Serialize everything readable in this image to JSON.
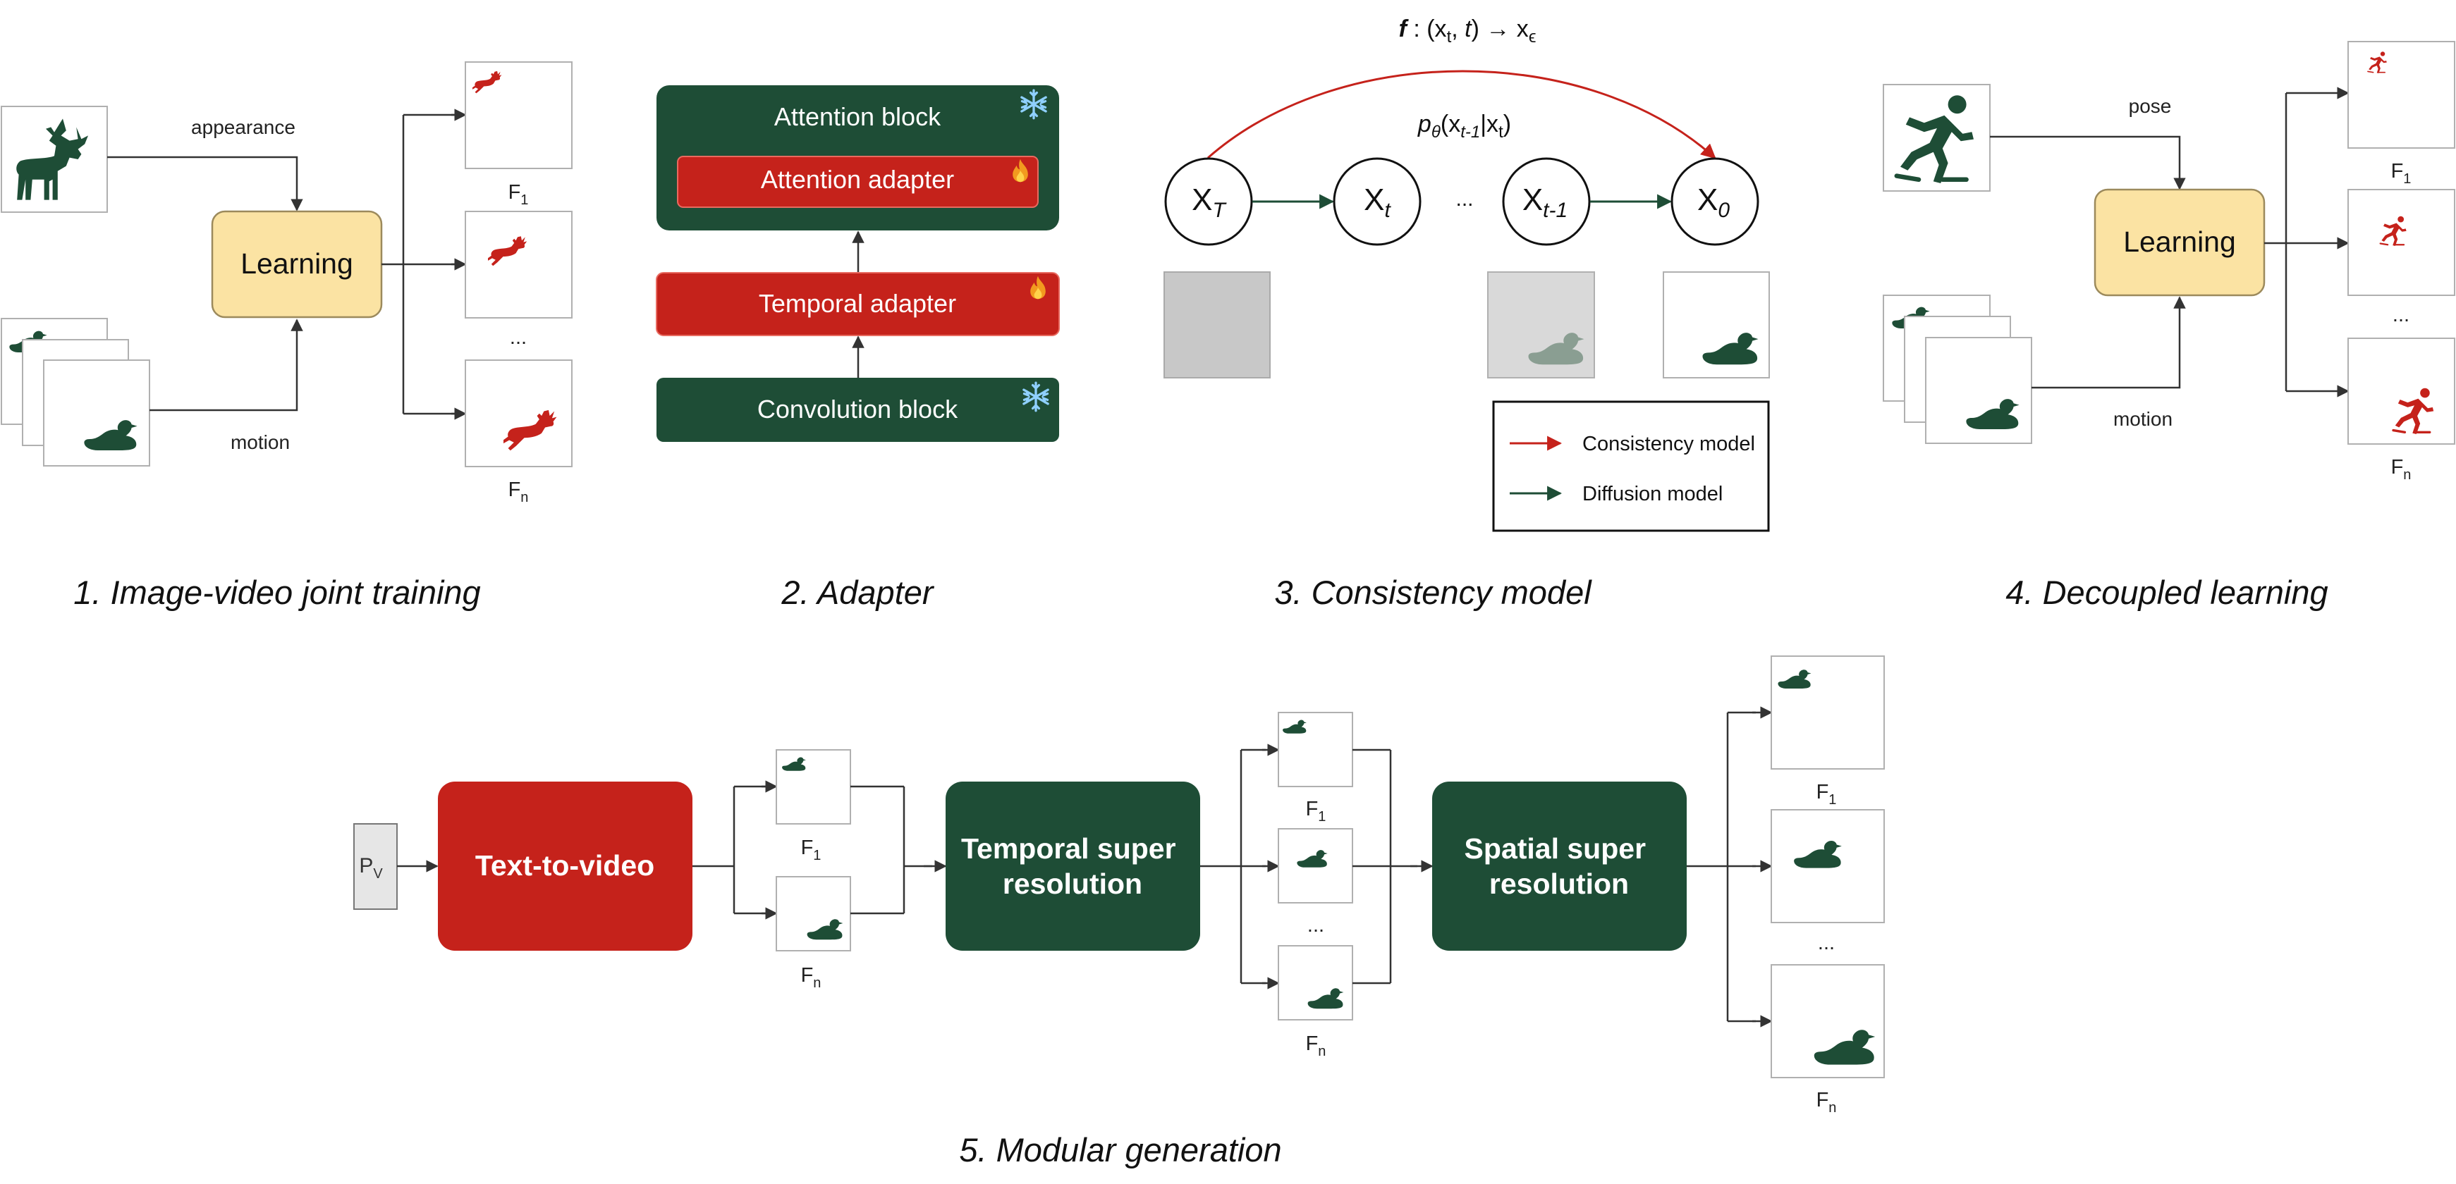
{
  "colors": {
    "dark_green": "#1e4d36",
    "red": "#c5221b",
    "learning_fill": "#fbe3a3",
    "gray_frame": "#c8c8c8",
    "light_frame": "#d9d9d9",
    "arrow": "#333333",
    "snow": "#8fd0ff"
  },
  "panel1": {
    "caption": "1. Image-video joint training",
    "appearance_label": "appearance",
    "motion_label": "motion",
    "learning_label": "Learning",
    "frame_first": "F",
    "frame_first_sub": "1",
    "frame_last": "F",
    "frame_last_sub": "n",
    "ellipsis": "..."
  },
  "panel2": {
    "caption": "2. Adapter",
    "attention_block": "Attention block",
    "attention_adapter": "Attention adapter",
    "temporal_adapter": "Temporal adapter",
    "convolution_block": "Convolution block"
  },
  "panel3": {
    "caption": "3. Consistency model",
    "formula_f": "f",
    "formula_rest": " : (x",
    "formula_t": "t",
    "formula_mid": ", ",
    "formula_t2": "t",
    "formula_arrow": ") → x",
    "formula_eps": "ϵ",
    "p_label": "p",
    "p_theta": "θ",
    "p_open": "(x",
    "p_sub1": "t-1",
    "p_bar": "|x",
    "p_sub2": "t",
    "p_close": ")",
    "nodes": [
      {
        "main": "X",
        "sub": "T"
      },
      {
        "main": "X",
        "sub": "t"
      },
      {
        "main": "X",
        "sub": "t-1"
      },
      {
        "main": "X",
        "sub": "0"
      }
    ],
    "ellipsis": "...",
    "legend": {
      "consistency": "Consistency model",
      "diffusion": "Diffusion model"
    }
  },
  "panel4": {
    "caption": "4. Decoupled learning",
    "pose_label": "pose",
    "motion_label": "motion",
    "learning_label": "Learning",
    "frame_first": "F",
    "frame_first_sub": "1",
    "frame_last": "F",
    "frame_last_sub": "n",
    "ellipsis": "..."
  },
  "panel5": {
    "caption": "5. Modular generation",
    "pv_main": "P",
    "pv_sub": "V",
    "t2v": "Text-to-video",
    "temporal_sr_1": "Temporal super",
    "temporal_sr_2": "resolution",
    "spatial_sr_1": "Spatial super",
    "spatial_sr_2": "resolution",
    "frame_first": "F",
    "frame_first_sub": "1",
    "frame_last": "F",
    "frame_last_sub": "n",
    "ellipsis": "..."
  }
}
